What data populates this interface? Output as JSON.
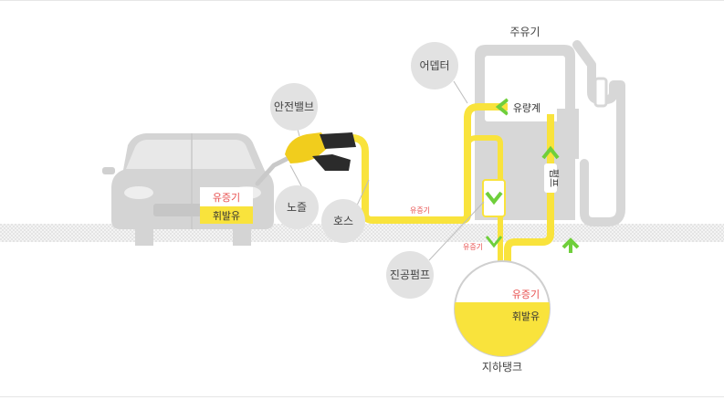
{
  "colors": {
    "fuel_yellow": "#f9e33c",
    "arrow_green": "#6fcf3b",
    "vapor_red": "#e8504f",
    "machine_gray": "#d7d7d7",
    "bubble_gray": "#e2e2e2"
  },
  "labels": {
    "dispenser": "주유기",
    "adapter": "어뎁터",
    "safety_valve": "안전밸브",
    "nozzle": "노즐",
    "hose": "호스",
    "flow_meter": "유량계",
    "pump": "펌프",
    "vacuum_pump": "진공펌프",
    "underground_tank": "지하탱크"
  },
  "car_tank": {
    "vapor": "유증기",
    "gasoline": "휘발유"
  },
  "underground": {
    "vapor": "유증기",
    "gasoline": "휘발유"
  },
  "flow_labels": {
    "hose_vapor": "유증기",
    "vacuum_vapor": "유증기"
  },
  "icons": [
    "car-icon",
    "nozzle-icon",
    "dispenser-icon",
    "chevron-arrow-icon"
  ]
}
